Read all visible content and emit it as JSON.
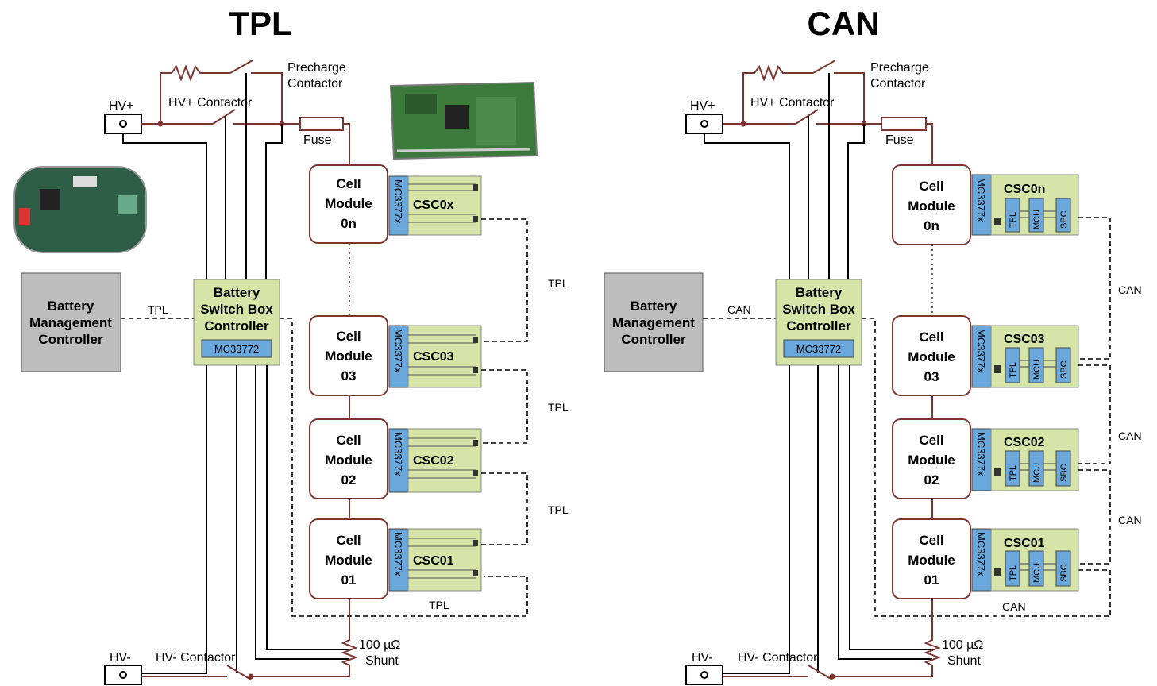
{
  "panels": [
    {
      "title": "TPL",
      "hv_plus": "HV+",
      "hv_minus": "HV-",
      "hv_plus_contactor": "HV+ Contactor",
      "hv_minus_contactor": "HV- Contactor",
      "precharge_line1": "Precharge",
      "precharge_line2": "Contactor",
      "fuse": "Fuse",
      "shunt_line1": "100 µΩ",
      "shunt_line2": "Shunt",
      "bmc_lines": [
        "Battery",
        "Management",
        "Controller"
      ],
      "bsb_lines": [
        "Battery",
        "Switch Box",
        "Controller"
      ],
      "bsb_chip": "MC33772",
      "bmc_link": "TPL",
      "modules": [
        {
          "lines": [
            "Cell",
            "Module",
            "0n"
          ],
          "chip": "MC3377x",
          "csc": "CSC0x"
        },
        {
          "lines": [
            "Cell",
            "Module",
            "03"
          ],
          "chip": "MC3377x",
          "csc": "CSC03"
        },
        {
          "lines": [
            "Cell",
            "Module",
            "02"
          ],
          "chip": "MC3377x",
          "csc": "CSC02"
        },
        {
          "lines": [
            "Cell",
            "Module",
            "01"
          ],
          "chip": "MC3377x",
          "csc": "CSC01"
        }
      ],
      "link_labels": [
        "TPL",
        "TPL",
        "TPL",
        "TPL"
      ]
    },
    {
      "title": "CAN",
      "hv_plus": "HV+",
      "hv_minus": "HV-",
      "hv_plus_contactor": "HV+ Contactor",
      "hv_minus_contactor": "HV- Contactor",
      "precharge_line1": "Precharge",
      "precharge_line2": "Contactor",
      "fuse": "Fuse",
      "shunt_line1": "100 µΩ",
      "shunt_line2": "Shunt",
      "bmc_lines": [
        "Battery",
        "Management",
        "Controller"
      ],
      "bsb_lines": [
        "Battery",
        "Switch Box",
        "Controller"
      ],
      "bsb_chip": "MC33772",
      "bmc_link": "CAN",
      "modules": [
        {
          "lines": [
            "Cell",
            "Module",
            "0n"
          ],
          "chip": "MC3377x",
          "csc": "CSC0n"
        },
        {
          "lines": [
            "Cell",
            "Module",
            "03"
          ],
          "chip": "MC3377x",
          "csc": "CSC03"
        },
        {
          "lines": [
            "Cell",
            "Module",
            "02"
          ],
          "chip": "MC3377x",
          "csc": "CSC02"
        },
        {
          "lines": [
            "Cell",
            "Module",
            "01"
          ],
          "chip": "MC3377x",
          "csc": "CSC01"
        }
      ],
      "csc_sub_blocks": [
        "TPL",
        "MCU",
        "SBC"
      ],
      "link_labels": [
        "CAN",
        "CAN",
        "CAN",
        "CAN"
      ]
    }
  ],
  "colors": {
    "wire": "#7a3530",
    "csc_fill": "#d6e4a8",
    "chip_fill": "#6aa8dc",
    "bmc_fill": "#bdbdbd"
  }
}
